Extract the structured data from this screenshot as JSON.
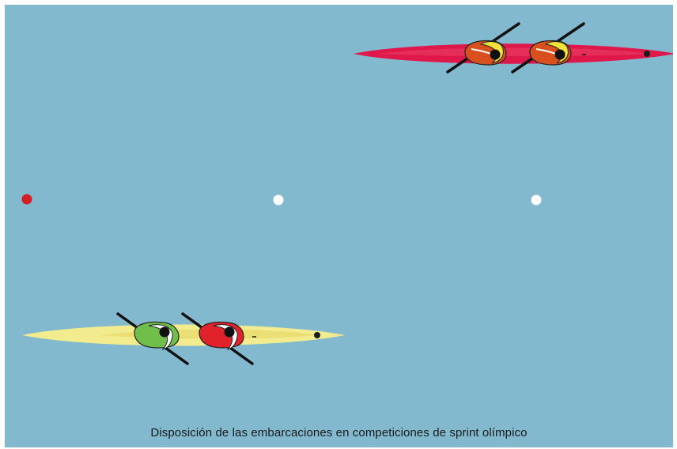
{
  "caption": "Disposición de las embarcaciones en competiciones de sprint olímpico",
  "colors": {
    "water": "#82b9cf",
    "buoy_red": "#d21e26",
    "buoy_white": "#ffffff",
    "boat_top_hull": "#e0174a",
    "boat_bottom_hull": "#f3ec8e",
    "top_paddler_shirt": "#d9501f",
    "top_paddler_trim": "#f1e33a",
    "bottom_paddler_1_shirt": "#6fbf4a",
    "bottom_paddler_2_shirt": "#e0232a",
    "trim_white": "#ffffff"
  },
  "boats": [
    {
      "name": "top-kayak",
      "hull": "red",
      "paddlers": 2,
      "heading": "left"
    },
    {
      "name": "bottom-kayak",
      "hull": "yellow",
      "paddlers": 2,
      "heading": "left"
    }
  ],
  "buoys": [
    {
      "name": "buoy-red",
      "color": "red"
    },
    {
      "name": "buoy-white-1",
      "color": "white"
    },
    {
      "name": "buoy-white-2",
      "color": "white"
    }
  ]
}
